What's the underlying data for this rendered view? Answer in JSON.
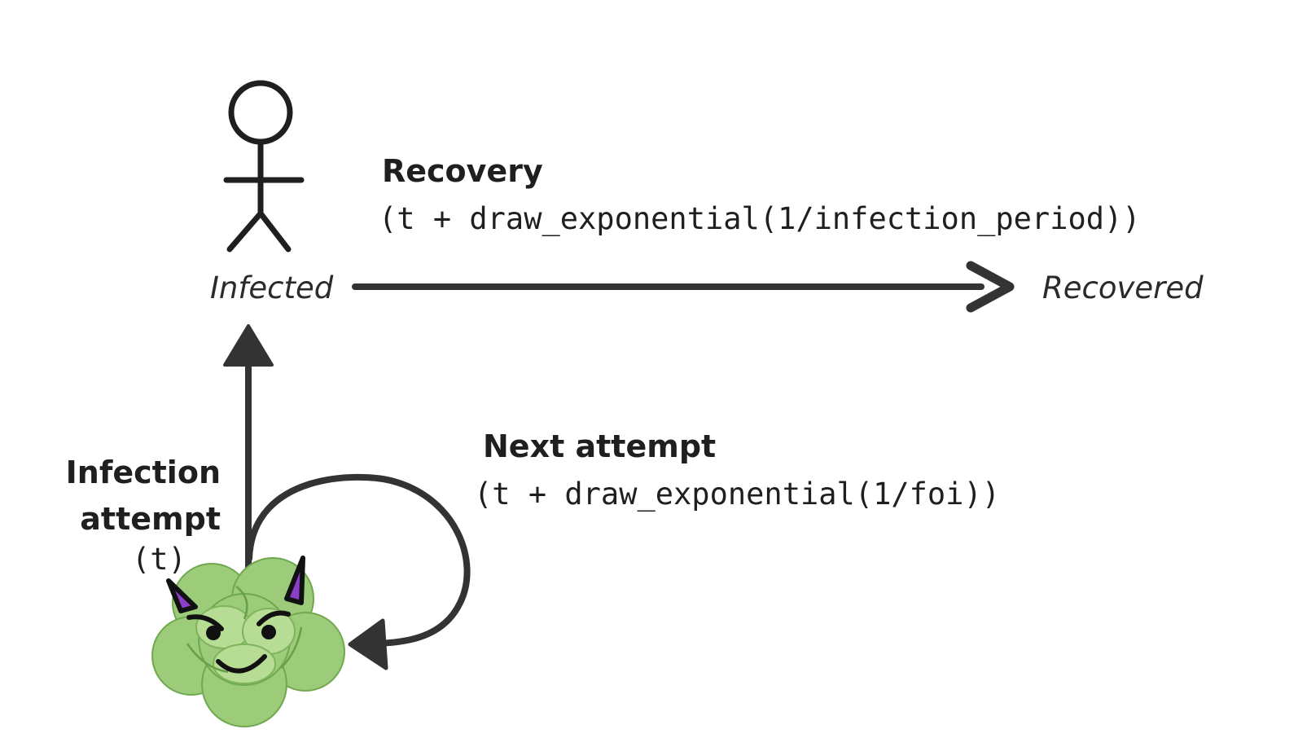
{
  "states": {
    "infected": "Infected",
    "recovered": "Recovered"
  },
  "recovery": {
    "title": "Recovery",
    "formula": "(t + draw_exponential(1/infection_period))"
  },
  "next_attempt": {
    "title": "Next attempt",
    "formula": "(t + draw_exponential(1/foi))"
  },
  "infection_attempt": {
    "title_line1": "Infection",
    "title_line2": "attempt",
    "formula": "(t)"
  },
  "colors": {
    "arrow": "#333333",
    "lettuce": "#8cc26a",
    "horn": "#8a3ec9"
  }
}
